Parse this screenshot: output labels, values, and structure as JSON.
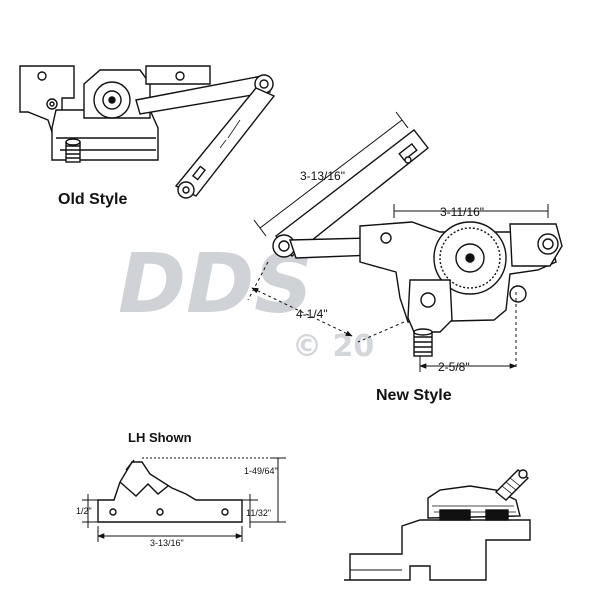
{
  "labels": {
    "old_style": "Old Style",
    "new_style": "New Style",
    "lh_shown": "LH Shown"
  },
  "dimensions": {
    "arm_length": "3-13/16\"",
    "gear_span": "3-11/16\"",
    "arm_offset": "4-1/4\"",
    "base_width": "2-5/8\"",
    "plate_height_total": "1-49/64\"",
    "plate_left_height": "1/2\"",
    "plate_right_height": "11/32\"",
    "plate_length": "3-13/16\""
  },
  "watermark": {
    "brand": "DDS",
    "tag": "© 20  "
  },
  "colors": {
    "line": "#111111",
    "watermark": "#cfd3d8"
  }
}
